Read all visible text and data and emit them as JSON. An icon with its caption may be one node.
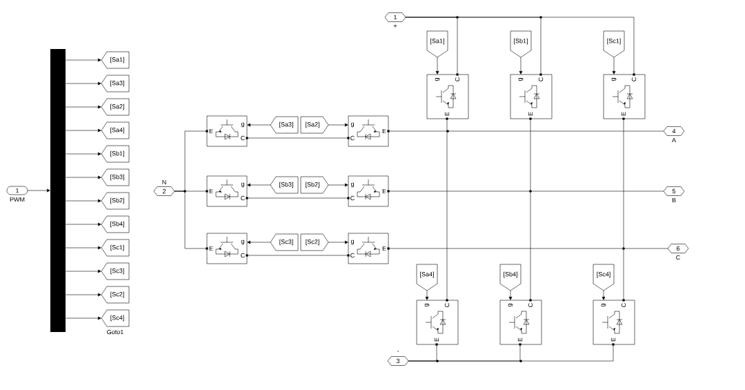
{
  "diagram": {
    "nodes": [
      {
        "text": [
          "1"
        ],
        "beside": [
          "PWM"
        ]
      },
      {
        "text": [],
        "shape": "bar"
      },
      {
        "text": [
          "[Sa1]"
        ]
      },
      {
        "text": [
          "[Sa3]"
        ]
      },
      {
        "text": [
          "[Sa2]"
        ]
      },
      {
        "text": [
          "[Sa4]"
        ]
      },
      {
        "text": [
          "[Sb1]"
        ]
      },
      {
        "text": [
          "[Sb3]"
        ]
      },
      {
        "text": [
          "[Sb2]"
        ]
      },
      {
        "text": [
          "[Sb4]"
        ]
      },
      {
        "text": [
          "[Sc1]"
        ]
      },
      {
        "text": [
          "[Sc3]"
        ]
      },
      {
        "text": [
          "[Sc2]"
        ]
      },
      {
        "text": [
          "[Sc4]"
        ],
        "beside": [
          "Goto1"
        ]
      },
      {
        "text": [
          "2"
        ],
        "beside": [
          "N"
        ]
      },
      {
        "text": [
          "E",
          "g",
          "C"
        ]
      },
      {
        "text": [
          "[Sa3]"
        ]
      },
      {
        "text": [
          "[Sa2]"
        ]
      },
      {
        "text": [
          "g",
          "C",
          "E"
        ]
      },
      {
        "text": [
          "E",
          "g",
          "C"
        ]
      },
      {
        "text": [
          "[Sb3]"
        ]
      },
      {
        "text": [
          "[Sb2]"
        ]
      },
      {
        "text": [
          "g",
          "C",
          "E"
        ]
      },
      {
        "text": [
          "E",
          "g",
          "C"
        ]
      },
      {
        "text": [
          "[Sc3]"
        ]
      },
      {
        "text": [
          "[Sc2]"
        ]
      },
      {
        "text": [
          "g",
          "C",
          "E"
        ]
      },
      {
        "text": [
          "1"
        ],
        "beside": [
          "+"
        ]
      },
      {
        "text": [
          "[Sa1]"
        ]
      },
      {
        "text": [
          "g",
          "C",
          "E"
        ]
      },
      {
        "text": [
          "[Sb1]"
        ]
      },
      {
        "text": [
          "g",
          "C",
          "E"
        ]
      },
      {
        "text": [
          "[Sc1]"
        ]
      },
      {
        "text": [
          "g",
          "C",
          "E"
        ]
      },
      {
        "text": [
          "4"
        ],
        "beside": [
          "A"
        ]
      },
      {
        "text": [
          "5"
        ],
        "beside": [
          "B"
        ]
      },
      {
        "text": [
          "6"
        ],
        "beside": [
          "C"
        ]
      },
      {
        "text": [
          "[Sa4]"
        ]
      },
      {
        "text": [
          "g",
          "C",
          "E"
        ]
      },
      {
        "text": [
          "[Sb4]"
        ]
      },
      {
        "text": [
          "g",
          "C",
          "E"
        ]
      },
      {
        "text": [
          "[Sc4]"
        ]
      },
      {
        "text": [
          "g",
          "C",
          "E"
        ]
      },
      {
        "text": [
          "3"
        ],
        "beside": [
          "-"
        ]
      }
    ],
    "edges": [
      {
        "from": 0,
        "to": 1,
        "arrow": "to"
      },
      {
        "from": 1,
        "to": 2,
        "arrow": "to"
      },
      {
        "from": 1,
        "to": 3,
        "arrow": "to"
      },
      {
        "from": 1,
        "to": 4,
        "arrow": "to"
      },
      {
        "from": 1,
        "to": 5,
        "arrow": "to"
      },
      {
        "from": 1,
        "to": 6,
        "arrow": "to"
      },
      {
        "from": 1,
        "to": 7,
        "arrow": "to"
      },
      {
        "from": 1,
        "to": 8,
        "arrow": "to"
      },
      {
        "from": 1,
        "to": 9,
        "arrow": "to"
      },
      {
        "from": 1,
        "to": 10,
        "arrow": "to"
      },
      {
        "from": 1,
        "to": 11,
        "arrow": "to"
      },
      {
        "from": 1,
        "to": 12,
        "arrow": "to"
      },
      {
        "from": 1,
        "to": 13,
        "arrow": "to"
      },
      {
        "from": 14,
        "to": 15,
        "arrow": "none"
      },
      {
        "from": 14,
        "to": 19,
        "arrow": "none"
      },
      {
        "from": 14,
        "to": 23,
        "arrow": "none"
      },
      {
        "from": 16,
        "to": 15,
        "arrow": "to"
      },
      {
        "from": 17,
        "to": 18,
        "arrow": "to"
      },
      {
        "from": 15,
        "to": 18,
        "arrow": "none"
      },
      {
        "from": 18,
        "to": 34,
        "arrow": "none"
      },
      {
        "from": 20,
        "to": 19,
        "arrow": "to"
      },
      {
        "from": 21,
        "to": 22,
        "arrow": "to"
      },
      {
        "from": 19,
        "to": 22,
        "arrow": "none"
      },
      {
        "from": 22,
        "to": 35,
        "arrow": "none"
      },
      {
        "from": 24,
        "to": 23,
        "arrow": "to"
      },
      {
        "from": 25,
        "to": 26,
        "arrow": "to"
      },
      {
        "from": 23,
        "to": 26,
        "arrow": "none"
      },
      {
        "from": 26,
        "to": 36,
        "arrow": "none"
      },
      {
        "from": 27,
        "to": 29,
        "arrow": "none"
      },
      {
        "from": 27,
        "to": 31,
        "arrow": "none"
      },
      {
        "from": 27,
        "to": 33,
        "arrow": "none"
      },
      {
        "from": 28,
        "to": 29,
        "arrow": "to"
      },
      {
        "from": 30,
        "to": 31,
        "arrow": "to"
      },
      {
        "from": 32,
        "to": 33,
        "arrow": "to"
      },
      {
        "from": 29,
        "to": 38,
        "arrow": "none"
      },
      {
        "from": 31,
        "to": 40,
        "arrow": "none"
      },
      {
        "from": 33,
        "to": 42,
        "arrow": "none"
      },
      {
        "from": 37,
        "to": 38,
        "arrow": "to"
      },
      {
        "from": 39,
        "to": 40,
        "arrow": "to"
      },
      {
        "from": 41,
        "to": 42,
        "arrow": "to"
      },
      {
        "from": 43,
        "to": 38,
        "arrow": "none"
      },
      {
        "from": 43,
        "to": 40,
        "arrow": "none"
      },
      {
        "from": 43,
        "to": 42,
        "arrow": "none"
      }
    ]
  }
}
